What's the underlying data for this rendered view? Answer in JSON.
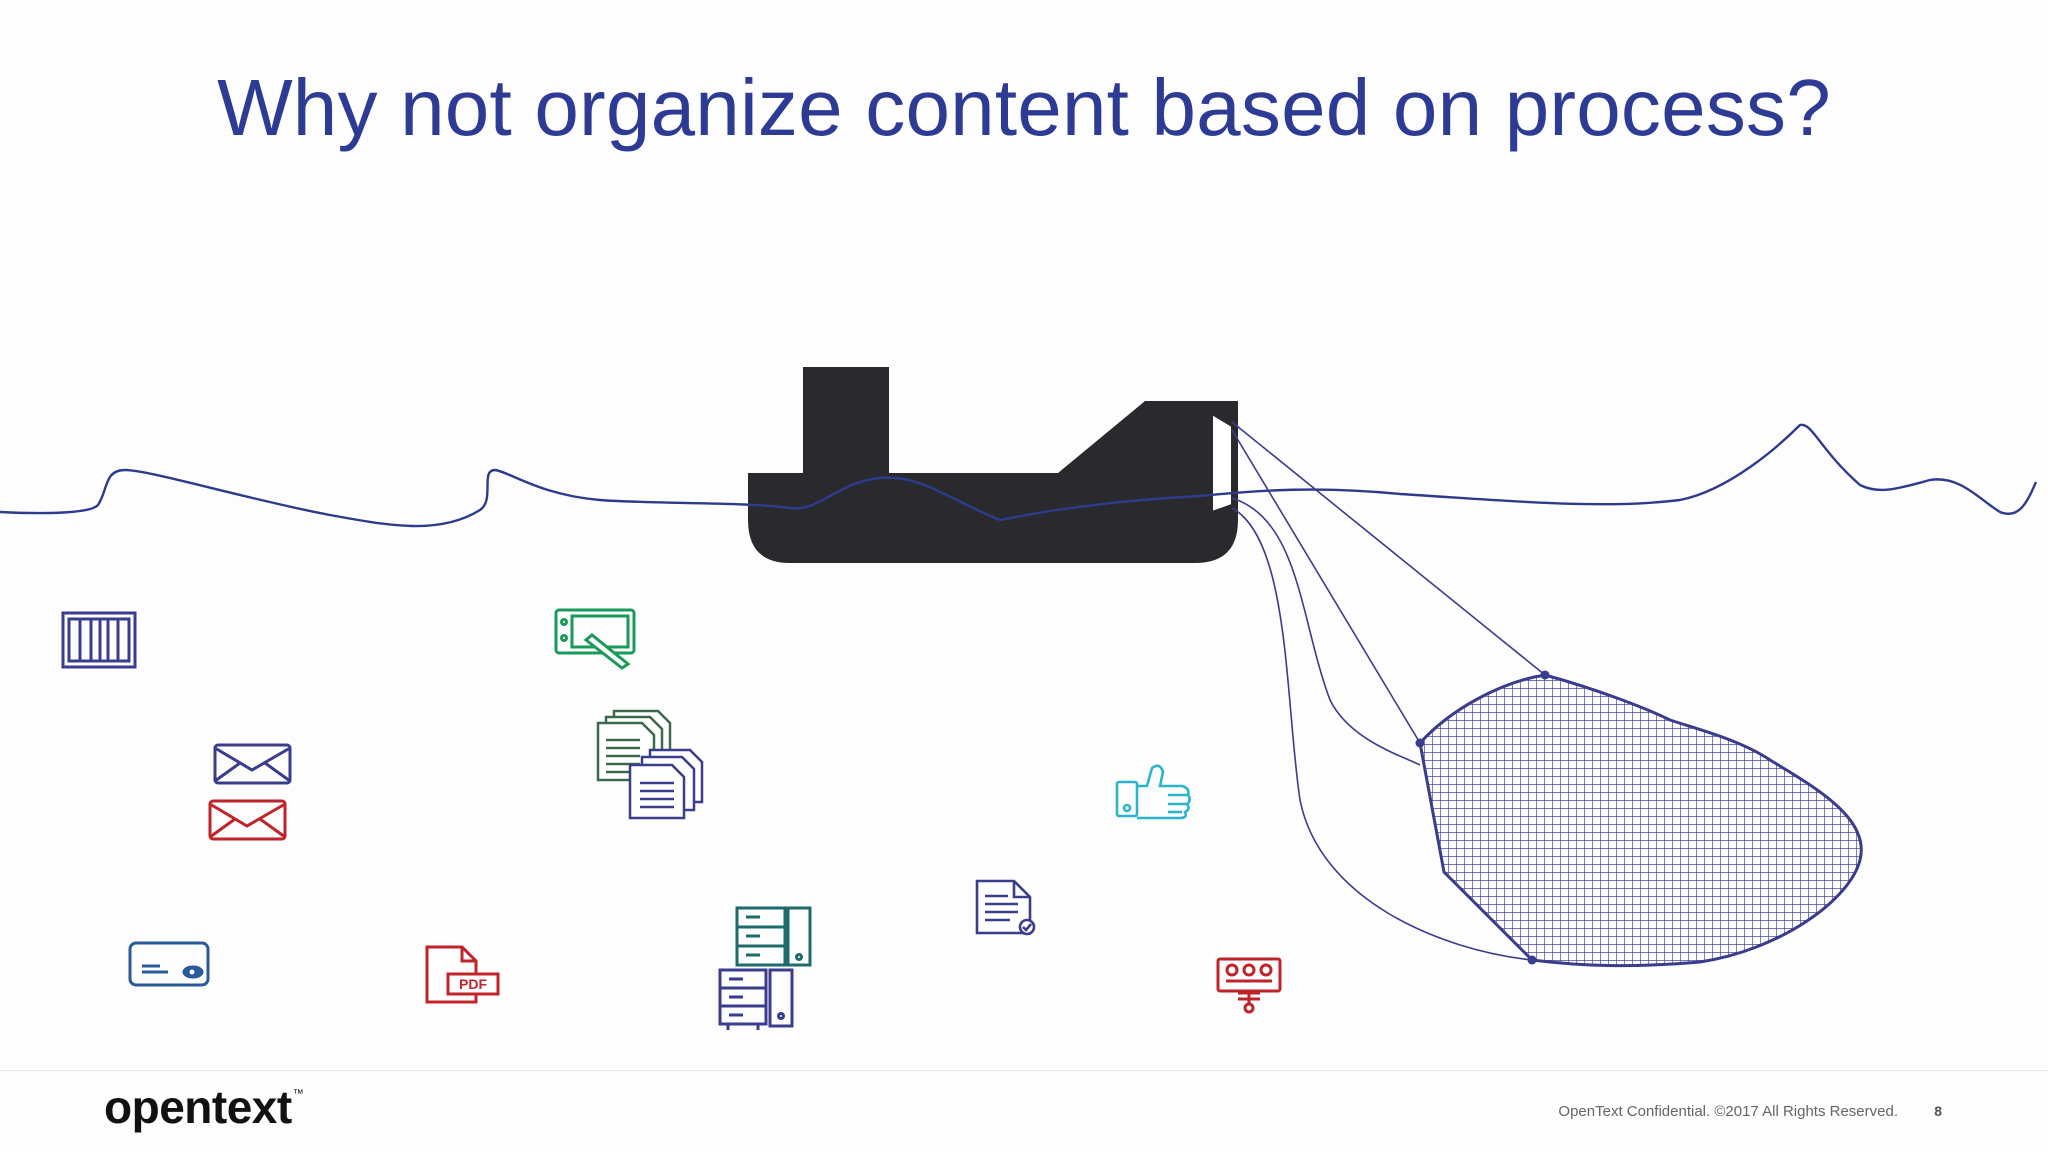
{
  "slide": {
    "title": "Why not organize content based on process?",
    "footer": {
      "logo_text": "opentext",
      "logo_tm": "™",
      "confidential": "OpenText Confidential. ©2017 All Rights Reserved.",
      "page_number": "8"
    },
    "icons": {
      "pdf_label": "PDF"
    },
    "colors": {
      "title": "#2e3b94",
      "navy": "#3a3c8c",
      "red": "#c0232a",
      "green": "#1a9a5a",
      "teal": "#1d6b6b",
      "cyan": "#2bb5cc",
      "blue": "#2a5a9a",
      "olive": "#3a6a4a",
      "ship": "#2a2a2e",
      "net": "#4a4a9a"
    }
  }
}
